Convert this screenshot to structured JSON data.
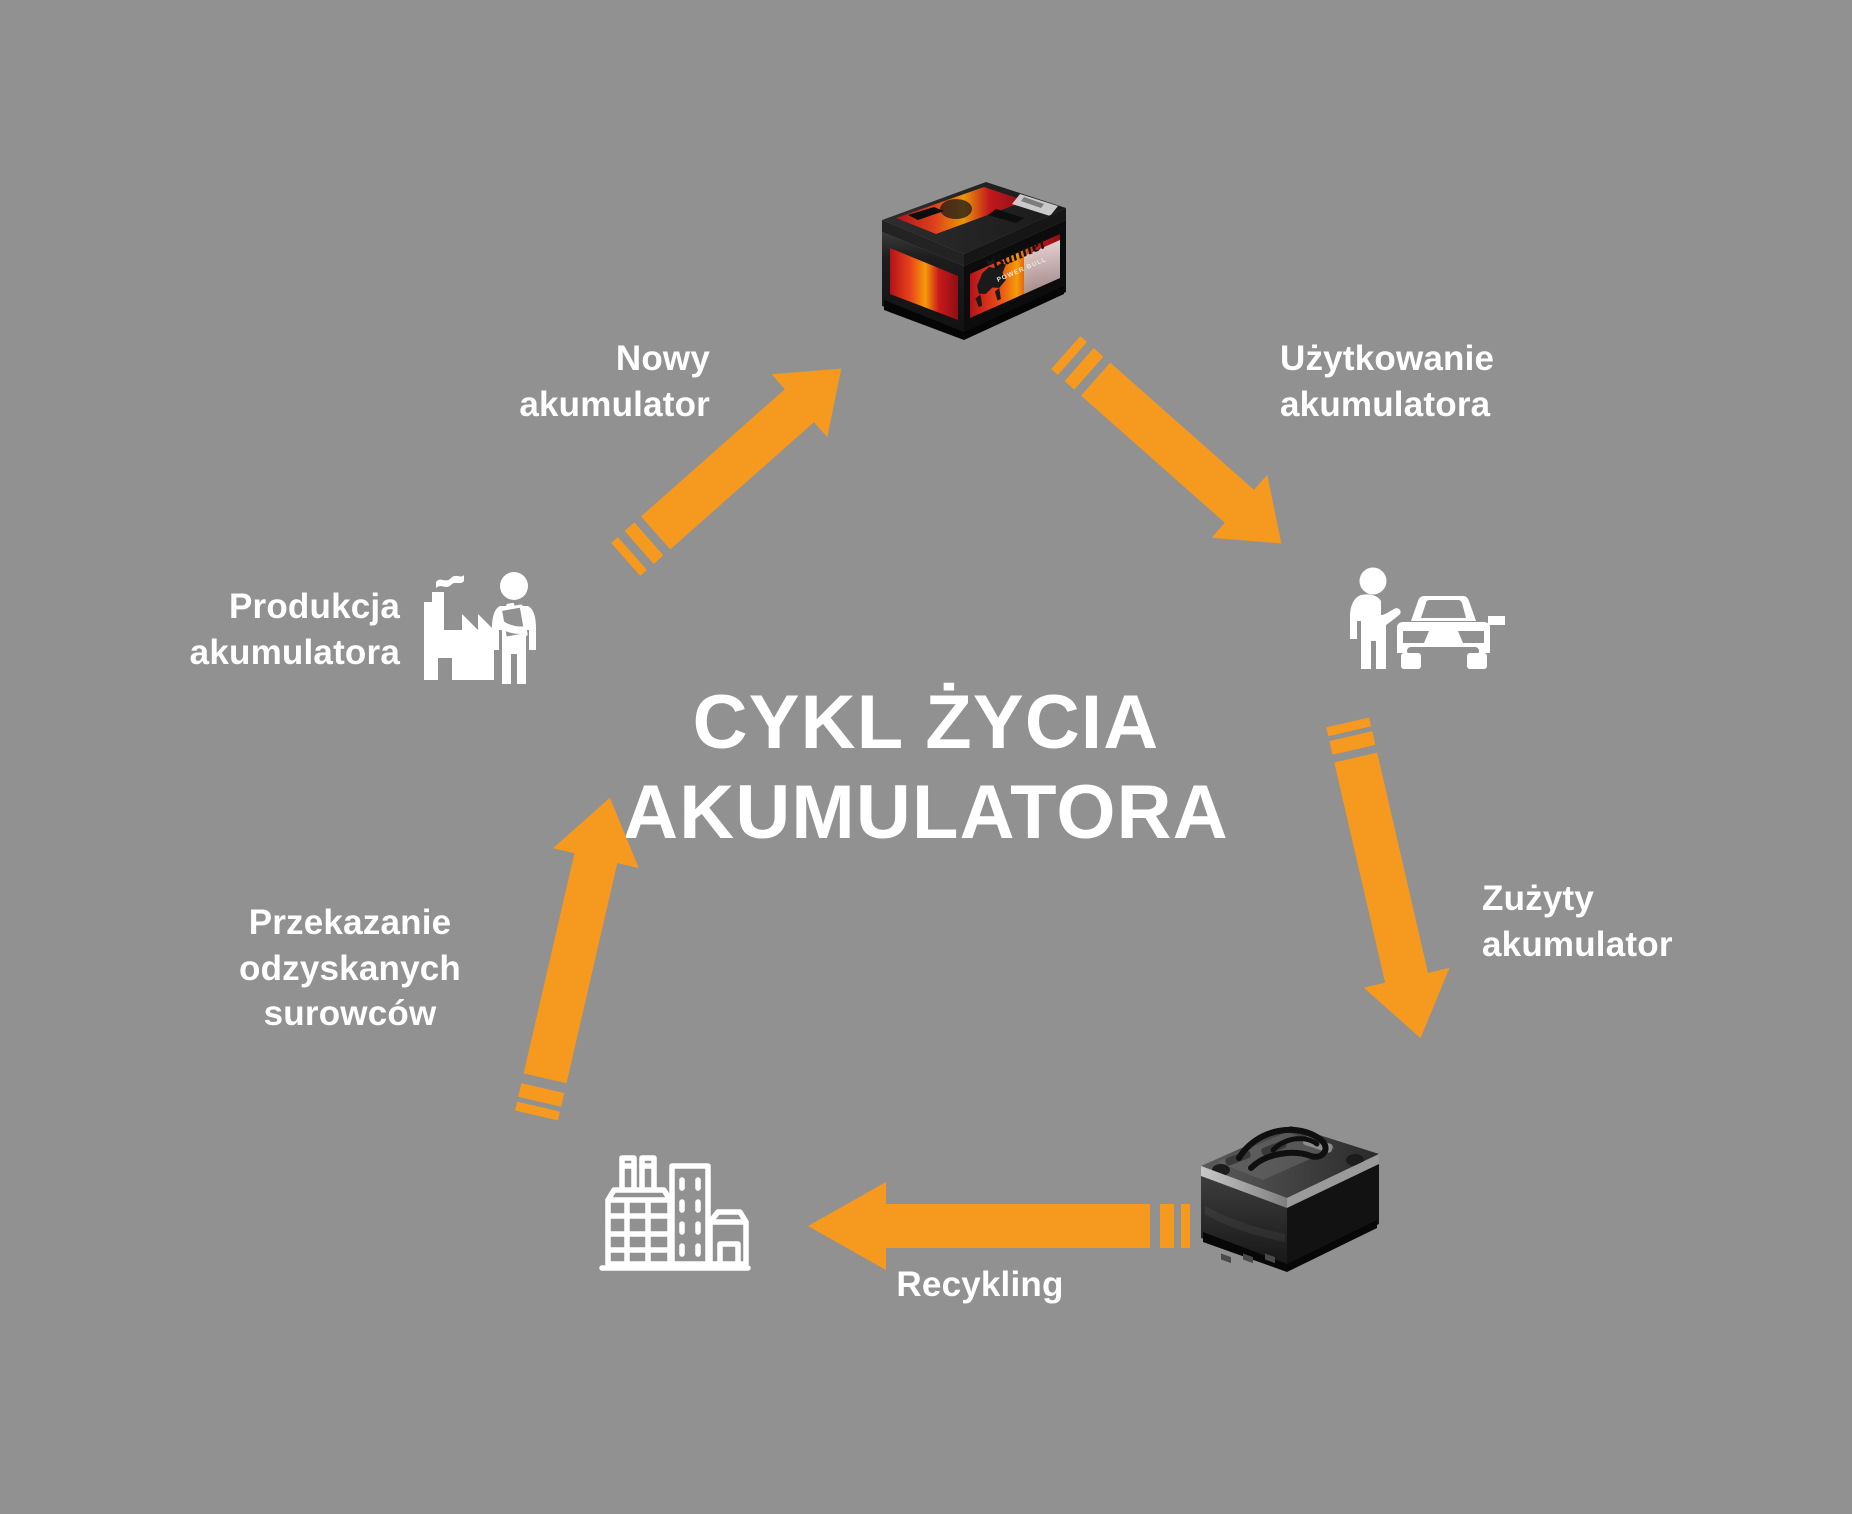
{
  "page": {
    "background_color": "#919191",
    "accent_color": "#F59A1E",
    "text_color": "#FFFFFF",
    "title": "CYKL ŻYCIA\nAKUMULATORA"
  },
  "cycle": {
    "steps": [
      {
        "id": "nowy-akumulator",
        "label": "Nowy\nakumulator"
      },
      {
        "id": "uzytkowanie",
        "label": "Użytkowanie\nakumulatora"
      },
      {
        "id": "zuzyty-akumulator",
        "label": "Zużyty\nakumulator"
      },
      {
        "id": "recykling",
        "label": "Recykling"
      },
      {
        "id": "przekazanie-surowcow",
        "label": "Przekazanie\nodzyskanych\nsurowców"
      },
      {
        "id": "produkcja",
        "label": "Produkcja\nakumulatora"
      }
    ],
    "nodes": [
      {
        "id": "new-battery",
        "icon": "new-car-battery-photo",
        "brand": "Banner"
      },
      {
        "id": "car-user",
        "icon": "person-with-car-icon"
      },
      {
        "id": "used-battery",
        "icon": "used-car-battery-photo"
      },
      {
        "id": "recycling-plant",
        "icon": "recycling-plant-icon"
      },
      {
        "id": "battery-factory",
        "icon": "factory-worker-icon"
      }
    ],
    "arrows": [
      {
        "id": "arrow-produkcja-to-nowy",
        "direction": "up-right"
      },
      {
        "id": "arrow-nowy-to-uzytkowanie",
        "direction": "down-right"
      },
      {
        "id": "arrow-uzytkowanie-to-zuzyty",
        "direction": "down"
      },
      {
        "id": "arrow-zuzyty-to-recykling",
        "direction": "left"
      },
      {
        "id": "arrow-recykling-to-produkcja",
        "direction": "up"
      }
    ]
  }
}
